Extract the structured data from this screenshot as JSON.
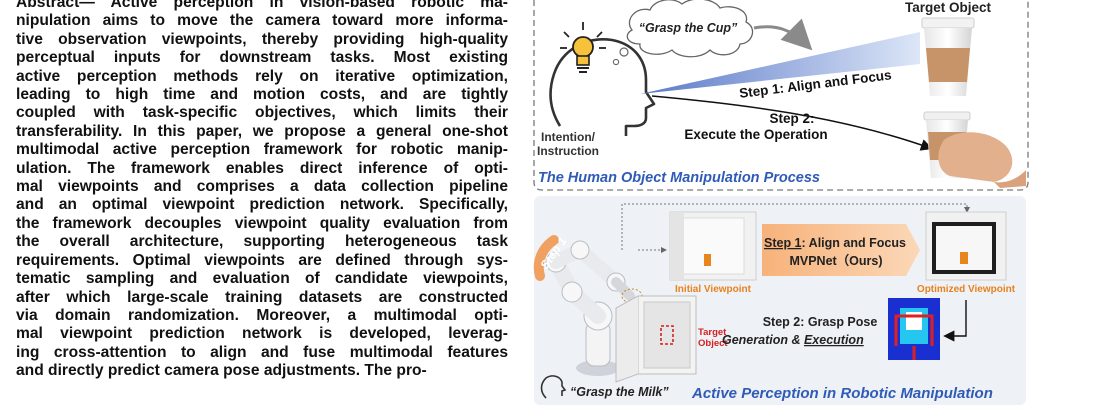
{
  "abstract": {
    "lines": [
      "Abstract— Active perception in vision-based robotic ma-",
      "nipulation aims to move the camera toward more informa-",
      "tive observation viewpoints, thereby providing high-quality",
      "perceptual inputs for downstream tasks. Most existing",
      "active perception methods rely on iterative optimization,",
      "leading to high time and motion costs, and are tightly",
      "coupled with task-specific objectives, which limits their",
      "transferability. In this paper, we propose a general one-shot",
      "multimodal active perception framework for robotic manip-",
      "ulation. The framework enables direct inference of opti-",
      "mal viewpoints and comprises a data collection pipeline",
      "and an optimal viewpoint prediction network. Specifically,",
      "the framework decouples viewpoint quality evaluation from",
      "the overall architecture, supporting heterogeneous task",
      "requirements. Optimal viewpoints are defined through sys-",
      "tematic sampling and evaluation of candidate viewpoints,",
      "after which large-scale training datasets are constructed",
      "via domain randomization. Moreover, a multimodal opti-",
      "mal viewpoint prediction network is developed, leverag-",
      "ing cross-attention to align and fuse multimodal features",
      "and directly predict camera pose adjustments. The pro-"
    ]
  },
  "human_panel": {
    "thought": "“Grasp the Cup”",
    "target_label": "Target Object",
    "step1": "Step 1: Align and Focus",
    "step2_line1": "Step 2:",
    "step2_line2": "Execute the Operation",
    "intention_line1": "Intention/",
    "intention_line2": "Instruction",
    "caption": "The Human Object Manipulation Process"
  },
  "robot_panel": {
    "step1_badge": "Step 1",
    "initial_label": "Initial Viewpoint",
    "optimized_label": "Optimized Viewpoint",
    "align_step": "Step 1",
    "align_text": ": Align and Focus",
    "mvpnet": "MVPNet（Ours)",
    "step2_line1": "Step 2: Grasp Pose",
    "step2_gen": "Generation & ",
    "step2_exec": "Execution",
    "target_line1": "Target",
    "target_line2": "Object",
    "command": "“Grasp the Milk”",
    "caption": "Active Perception in Robotic Manipulation"
  },
  "colors": {
    "caption_blue": "#2f5bb7",
    "arrow_blue": "#5a78c8",
    "orange": "#f0a060",
    "label_orange": "#e8821e",
    "red": "#d42020"
  }
}
